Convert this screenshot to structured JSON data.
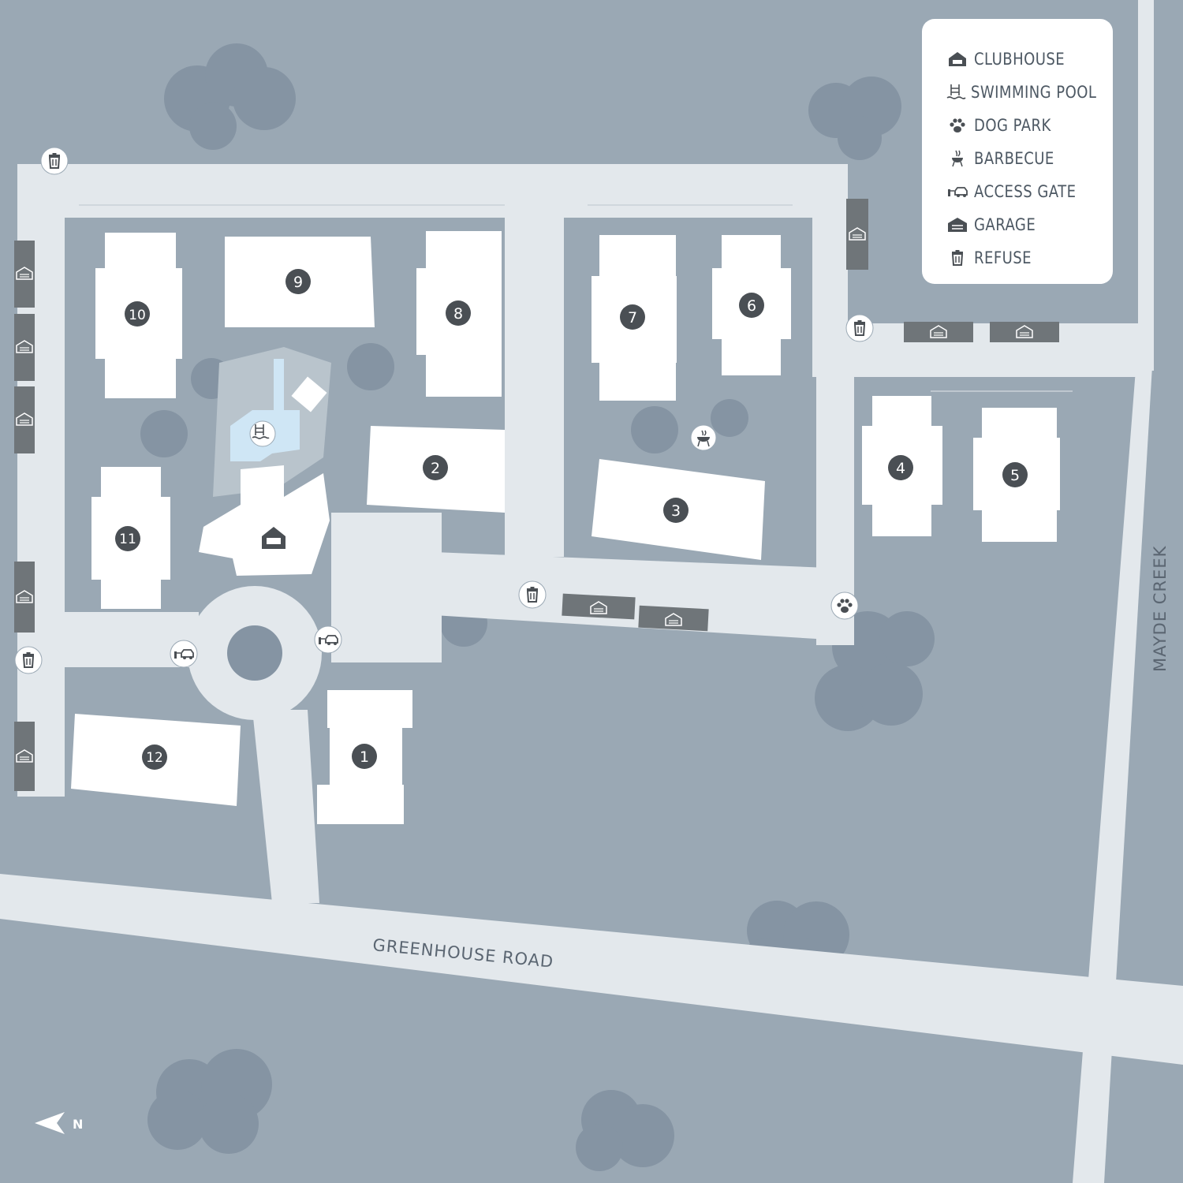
{
  "legend": {
    "items": [
      {
        "label": "CLUBHOUSE",
        "icon": "clubhouse-icon"
      },
      {
        "label": "SWIMMING POOL",
        "icon": "swimming-pool-icon"
      },
      {
        "label": "DOG PARK",
        "icon": "dog-park-icon"
      },
      {
        "label": "BARBECUE",
        "icon": "barbecue-icon"
      },
      {
        "label": "ACCESS GATE",
        "icon": "access-gate-icon"
      },
      {
        "label": "GARAGE",
        "icon": "garage-icon"
      },
      {
        "label": "REFUSE",
        "icon": "refuse-icon"
      }
    ]
  },
  "roads": {
    "greenhouse": "GREENHOUSE ROAD",
    "mayde_creek": "MAYDE CREEK"
  },
  "buildings": [
    "1",
    "2",
    "3",
    "4",
    "5",
    "6",
    "7",
    "8",
    "9",
    "10",
    "11",
    "12"
  ],
  "compass": {
    "label": "N"
  },
  "colors": {
    "ground": "#9aa8b4",
    "road": "#e3e8ec",
    "building": "#ffffff",
    "tree": "#8594a3",
    "garage": "#6f7579",
    "pool": "#cfe6f5",
    "badge": "#4a4f54"
  }
}
